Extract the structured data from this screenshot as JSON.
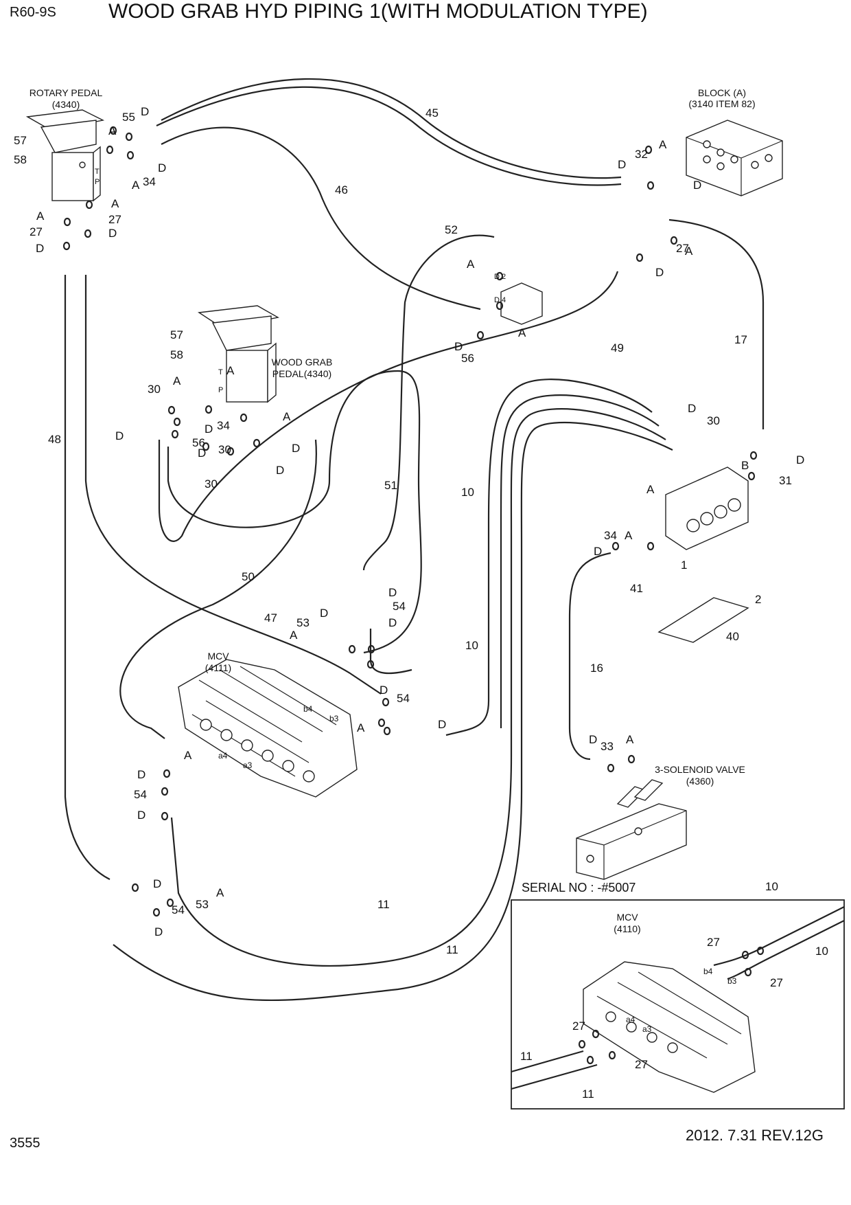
{
  "header": {
    "model": "R60-9S",
    "title": "WOOD GRAB HYD PIPING 1(WITH MODULATION TYPE)"
  },
  "footer": {
    "page_number": "3555",
    "revision": "2012. 7.31  REV.12G"
  },
  "component_labels": {
    "rotary_pedal": [
      "ROTARY PEDAL",
      "(4340)"
    ],
    "block_a": [
      "BLOCK (A)",
      "(3140 ITEM 82)"
    ],
    "wood_grab_pedal": [
      "WOOD GRAB",
      "PEDAL(4340)"
    ],
    "mcv": [
      "MCV",
      "(4111)"
    ],
    "solenoid_valve": [
      "3-SOLENOID VALVE",
      "(4360)"
    ]
  },
  "inset": {
    "caption": "SERIAL NO : -#5007",
    "mcv": [
      "MCV",
      "(4110)"
    ]
  }
}
